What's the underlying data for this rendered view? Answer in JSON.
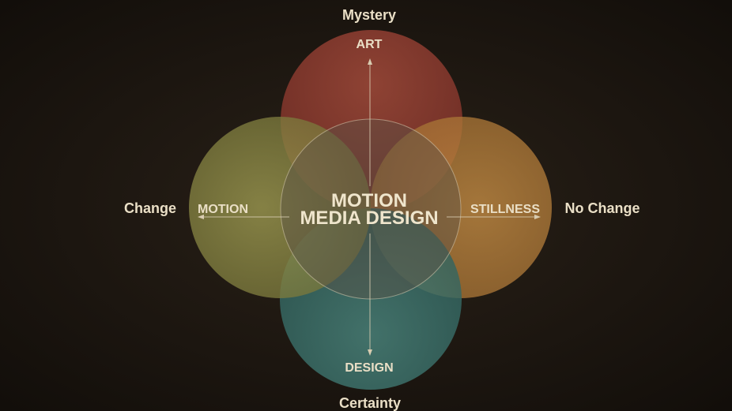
{
  "diagram": {
    "axis_labels": {
      "top": "Mystery",
      "bottom": "Certainty",
      "left": "Change",
      "right": "No Change"
    },
    "circles": {
      "art": {
        "label": "ART",
        "color": "#8e3a2f"
      },
      "stillness": {
        "label": "STILLNESS",
        "color": "#b9813c"
      },
      "design": {
        "label": "DESIGN",
        "color": "#3d7570"
      },
      "motion": {
        "label": "MOTION",
        "color": "#8e8b45"
      }
    },
    "center": {
      "line1": "MOTION",
      "line2": "MEDIA DESIGN"
    },
    "colors": {
      "background": "#1c1611",
      "text": "#eadfc6"
    }
  }
}
